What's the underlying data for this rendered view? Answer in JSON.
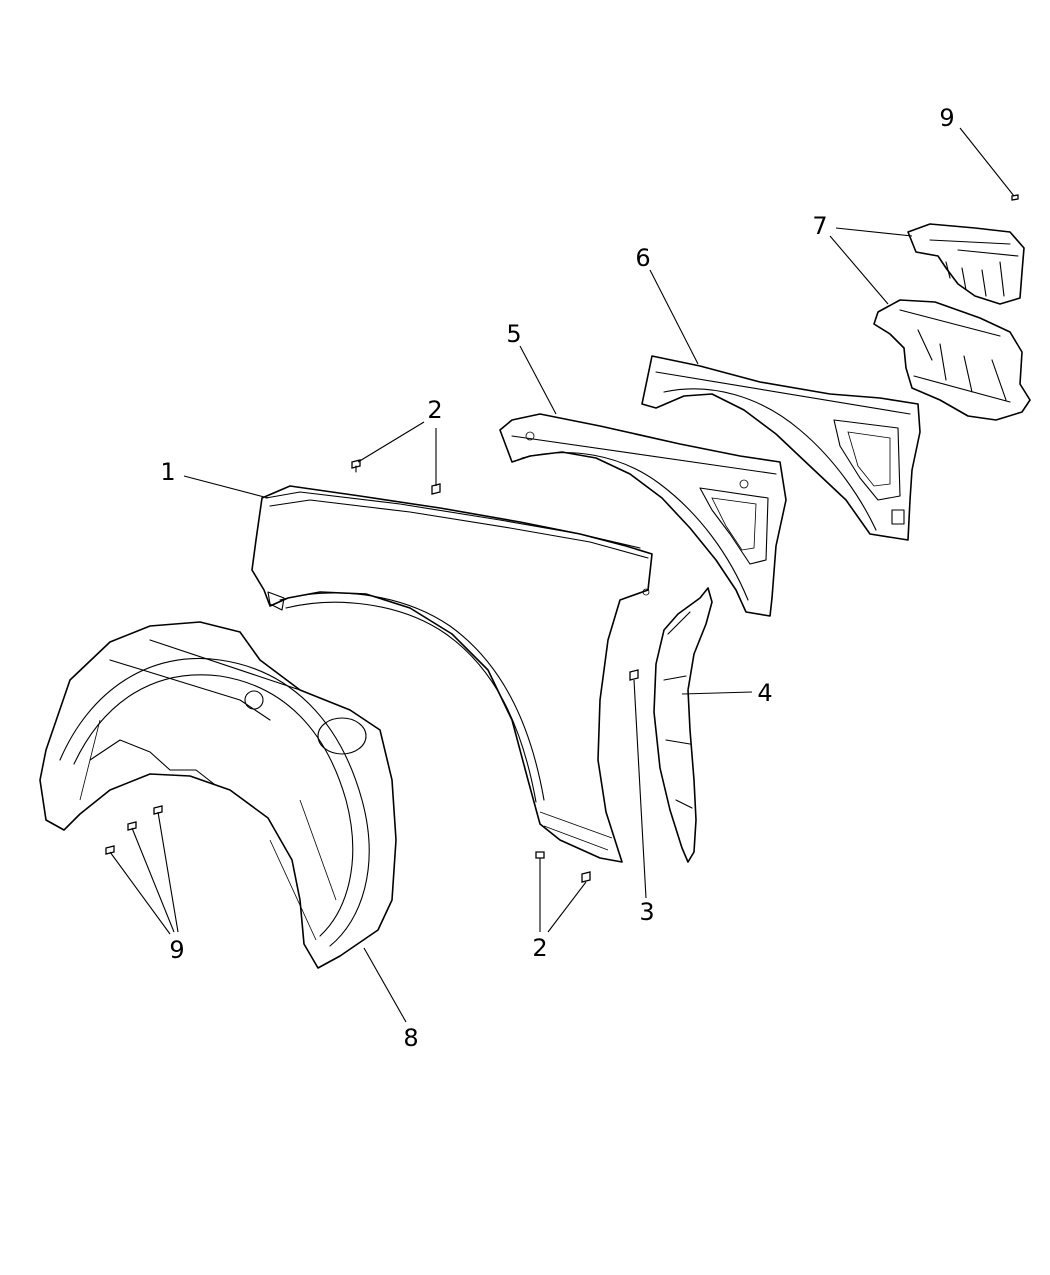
{
  "diagram": {
    "callouts": {
      "c1": "1",
      "c2_top": "2",
      "c2_bottom": "2",
      "c3": "3",
      "c4": "4",
      "c5": "5",
      "c6": "6",
      "c7": "7",
      "c8": "8",
      "c9_top": "9",
      "c9_bottom": "9"
    }
  }
}
